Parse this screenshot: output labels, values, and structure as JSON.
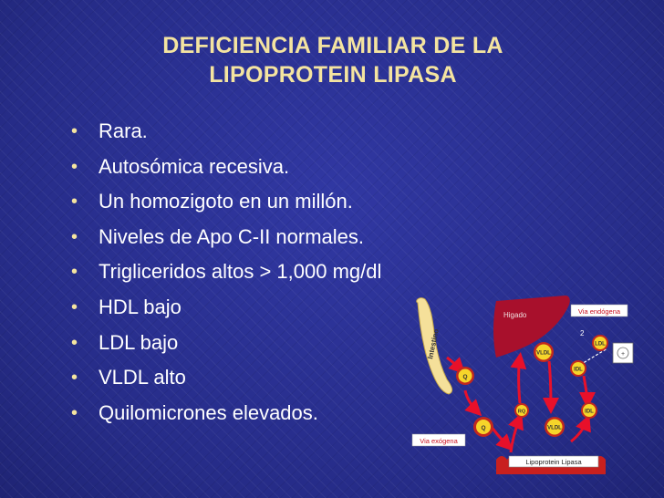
{
  "slide": {
    "title_line1": "DEFICIENCIA FAMILIAR DE LA",
    "title_line2": "LIPOPROTEIN LIPASA",
    "bullet_char": "•",
    "bullets": [
      "Rara.",
      "Autosómica recesiva.",
      "Un homozigoto en un millón.",
      "Niveles de Apo C-II normales.",
      "Trigliceridos altos > 1,000 mg/dl",
      "HDL bajo",
      "LDL bajo",
      "VLDL alto",
      "Quilomicrones elevados."
    ]
  },
  "diagram": {
    "intestino": "Intestino",
    "higado": "Higado",
    "via_endogena": "Via endógena",
    "via_exogena": "Via exógena",
    "lipoprotein_lipasa": "Lipoprotein Lipasa",
    "q_upper": "Q",
    "q_lower": "Q",
    "rq": "RQ",
    "vldl_upper": "VLDL",
    "vldl_lower": "VLDL",
    "idl_upper": "IDL",
    "idl_lower": "IDL",
    "ldl": "LDL",
    "number_2": "2",
    "colors": {
      "liver": "#a8102c",
      "intestine": "#f5e09a",
      "particle": "#f6d52a",
      "spike": "#c2281e",
      "arrow": "#e8102a",
      "badge_text": "#cc1020"
    }
  }
}
